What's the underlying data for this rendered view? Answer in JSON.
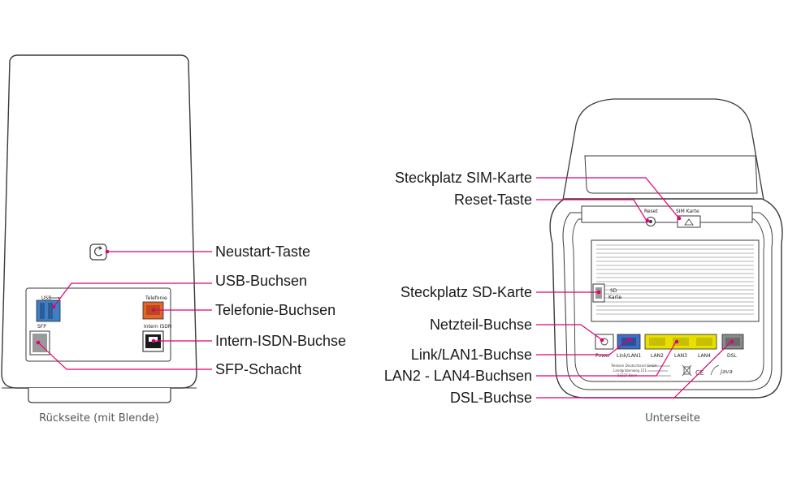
{
  "colors": {
    "accent": "#e20074",
    "usb_port": "#3f7fc4",
    "telefonie_port": "#e8632a",
    "lan1_port": "#3f6fc4",
    "lan_ports": "#e8e000",
    "dsl_port": "#8a8a8a",
    "outline": "#3a3a3a",
    "body_fill": "#ffffff"
  },
  "left_device": {
    "caption": "Rückseite (mit Blende)",
    "panel_labels": {
      "usb": "USB",
      "telefonie": "Telefonie",
      "intern_isdn": "Intern ISDN",
      "sfp": "SFP"
    },
    "callouts": {
      "neustart": "Neustart-Taste",
      "usb": "USB-Buchsen",
      "telefonie": "Telefonie-Buchsen",
      "isdn": "Intern-ISDN-Buchse",
      "sfp": "SFP-Schacht"
    }
  },
  "right_device": {
    "caption": "Unterseite",
    "panel_labels": {
      "reset": "Reset",
      "sim": "SIM Karte",
      "sd": "SD",
      "sd_line2": "Karte",
      "power": "Power",
      "link_lan1": "Link/LAN1",
      "lan2": "LAN2",
      "lan3": "LAN3",
      "lan4": "LAN4",
      "dsl": "DSL",
      "label_line1": "Telekom Deutschland GmbH",
      "label_line2": "Landgrabenweg 151",
      "label_line3": "53227 Bonn",
      "brand": "Java"
    },
    "callouts": {
      "sim": "Steckplatz SIM-Karte",
      "reset": "Reset-Taste",
      "sd": "Steckplatz SD-Karte",
      "netzteil": "Netzteil-Buchse",
      "lan1": "Link/LAN1-Buchse",
      "lan24": "LAN2 - LAN4-Buchsen",
      "dsl": "DSL-Buchse"
    }
  }
}
